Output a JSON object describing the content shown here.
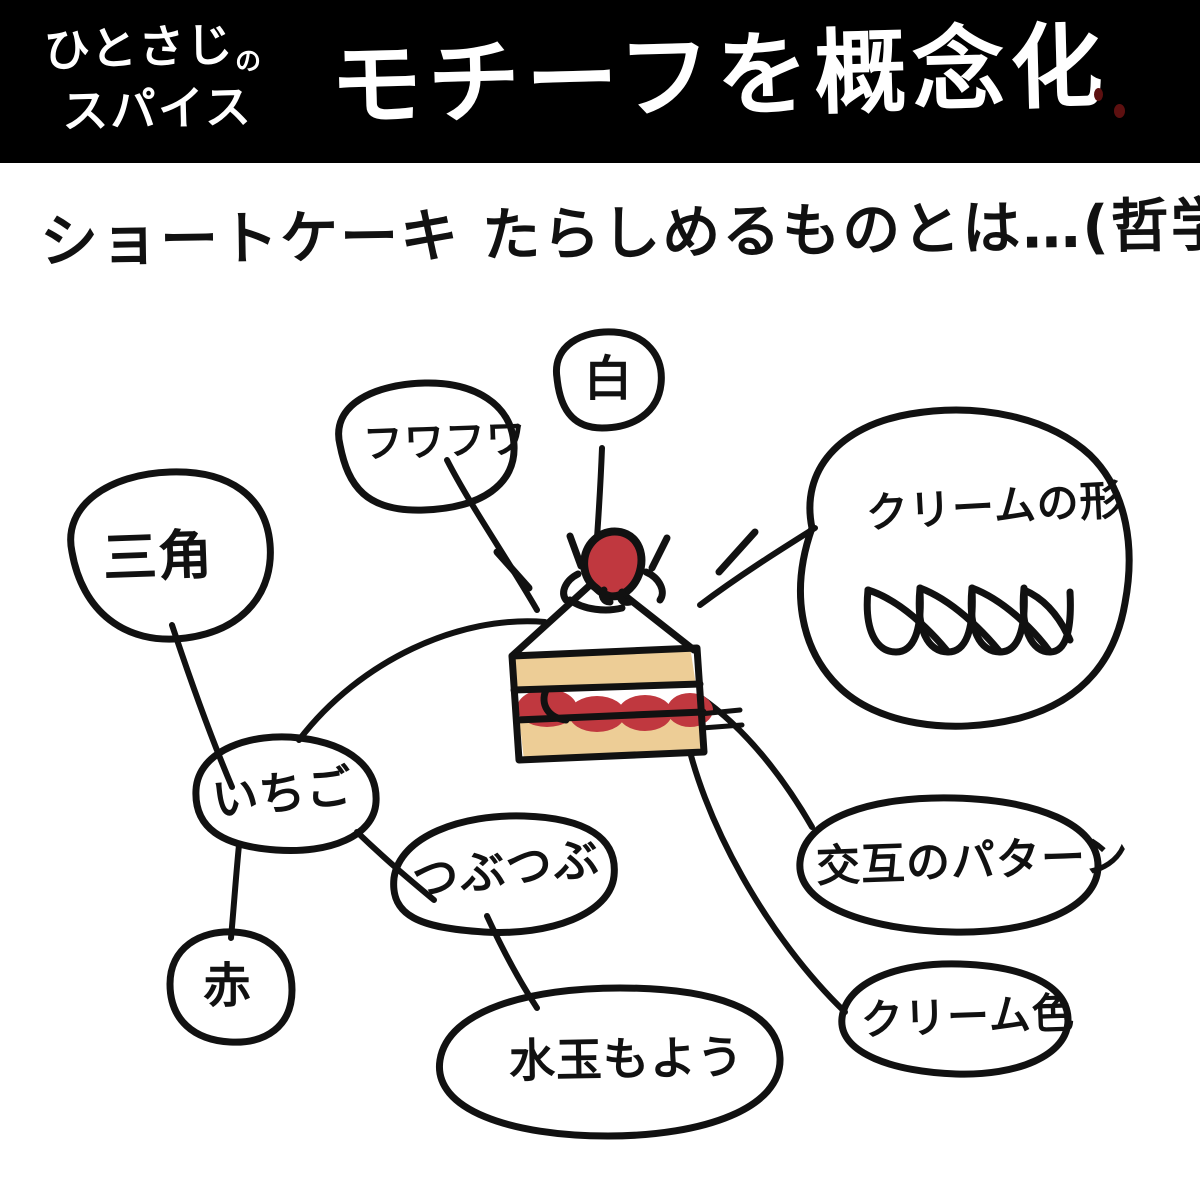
{
  "header": {
    "brand_line1": "ひとさじ",
    "brand_line1_suffix": "の",
    "brand_line2": "スパイス",
    "title": "モチーフを概念化"
  },
  "subtitle": "ショートケーキ たらしめるものとは…(哲学)",
  "diagram": {
    "center_subject": "ショートケーキ",
    "bubbles": [
      {
        "id": "sankaku",
        "label": "三角"
      },
      {
        "id": "fuwafuwa",
        "label": "フワフワ"
      },
      {
        "id": "shiro",
        "label": "白"
      },
      {
        "id": "cream-shape",
        "label": "クリームの形"
      },
      {
        "id": "ichigo",
        "label": "いちご"
      },
      {
        "id": "aka",
        "label": "赤"
      },
      {
        "id": "tsubutsubu",
        "label": "つぶつぶ"
      },
      {
        "id": "mizutama",
        "label": "水玉もよう"
      },
      {
        "id": "kougo",
        "label": "交互のパターン"
      },
      {
        "id": "cream-iro",
        "label": "クリーム色"
      }
    ]
  },
  "colors": {
    "ink": "#111111",
    "banner": "#000000",
    "paper": "#ffffff",
    "strawberry": "#c0383f",
    "sponge": "#edcd96",
    "cream": "#ffffff",
    "ink_accent": "#5d1010"
  }
}
